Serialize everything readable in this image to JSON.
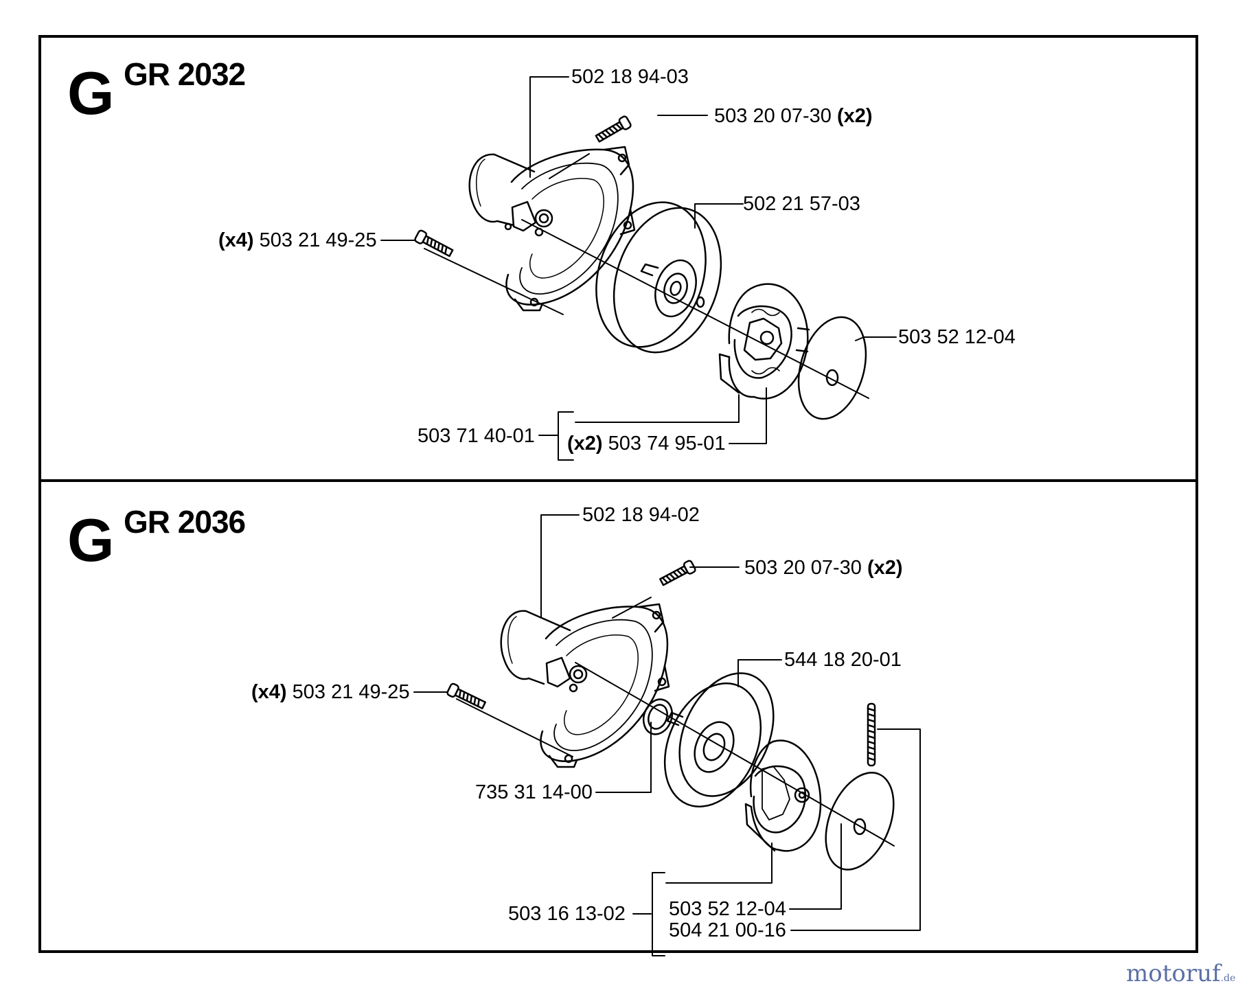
{
  "sections": [
    {
      "letter": "G",
      "model": "GR 2032",
      "labels": {
        "housing": "502 18 94-03",
        "screw_top": "503 20 07-30",
        "screw_top_qty": "(x2)",
        "drum": "502 21 57-03",
        "screw_left_qty": "(x4)",
        "screw_left": "503 21 49-25",
        "washer": "503 52 12-04",
        "clutch_assy": "503 71 40-01",
        "spring_qty": "(x2)",
        "spring": "503 74 95-01"
      }
    },
    {
      "letter": "G",
      "model": "GR 2036",
      "labels": {
        "housing": "502 18 94-02",
        "screw_top": "503 20 07-30",
        "screw_top_qty": "(x2)",
        "drum": "544 18 20-01",
        "screw_left_qty": "(x4)",
        "screw_left": "503 21 49-25",
        "ring": "735 31 14-00",
        "clutch_assy": "503 16 13-02",
        "washer": "503 52 12-04",
        "spring": "504 21 00-16"
      }
    }
  ],
  "watermark": {
    "text": "motoruf",
    "suffix": ".de"
  }
}
